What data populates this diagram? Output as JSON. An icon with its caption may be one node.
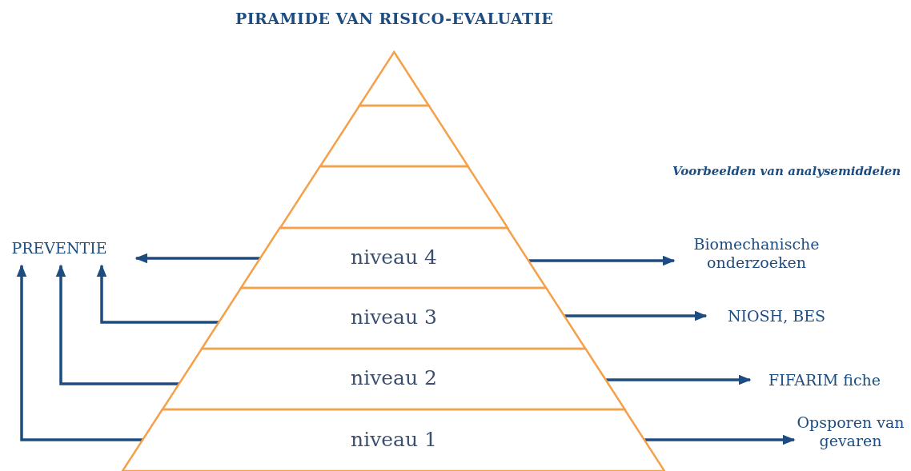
{
  "diagram": {
    "title": "PIRAMIDE VAN RISICO-EVALUATIE",
    "nodes": [
      {
        "text": [],
        "shape": "triangle"
      },
      {
        "text": [],
        "shape": "band"
      },
      {
        "text": [],
        "shape": "band"
      },
      {
        "text": [
          "niveau 4"
        ]
      },
      {
        "text": [
          "niveau 3"
        ]
      },
      {
        "text": [
          "niveau 2"
        ]
      },
      {
        "text": [
          "niveau 1"
        ]
      },
      {
        "text": [
          "PREVENTIE"
        ]
      },
      {
        "text": [
          "Biomechanische onderzoeken"
        ]
      },
      {
        "text": [
          "NIOSH, BES"
        ]
      },
      {
        "text": [
          "FIFARIM fiche"
        ]
      },
      {
        "text": [
          "Opsporen van gevaren"
        ]
      }
    ],
    "edges": [
      {
        "from": 3,
        "to": 7,
        "arrow": "to"
      },
      {
        "from": 4,
        "to": 7,
        "arrow": "to"
      },
      {
        "from": 5,
        "to": 7,
        "arrow": "to"
      },
      {
        "from": 6,
        "to": 7,
        "arrow": "to"
      },
      {
        "from": 3,
        "to": 8,
        "arrow": "to"
      },
      {
        "from": 4,
        "to": 9,
        "arrow": "to"
      },
      {
        "from": 5,
        "to": 10,
        "arrow": "to"
      },
      {
        "from": 6,
        "to": 11,
        "arrow": "to"
      }
    ],
    "labels": [
      "Voorbeelden van analysemiddelen"
    ]
  }
}
